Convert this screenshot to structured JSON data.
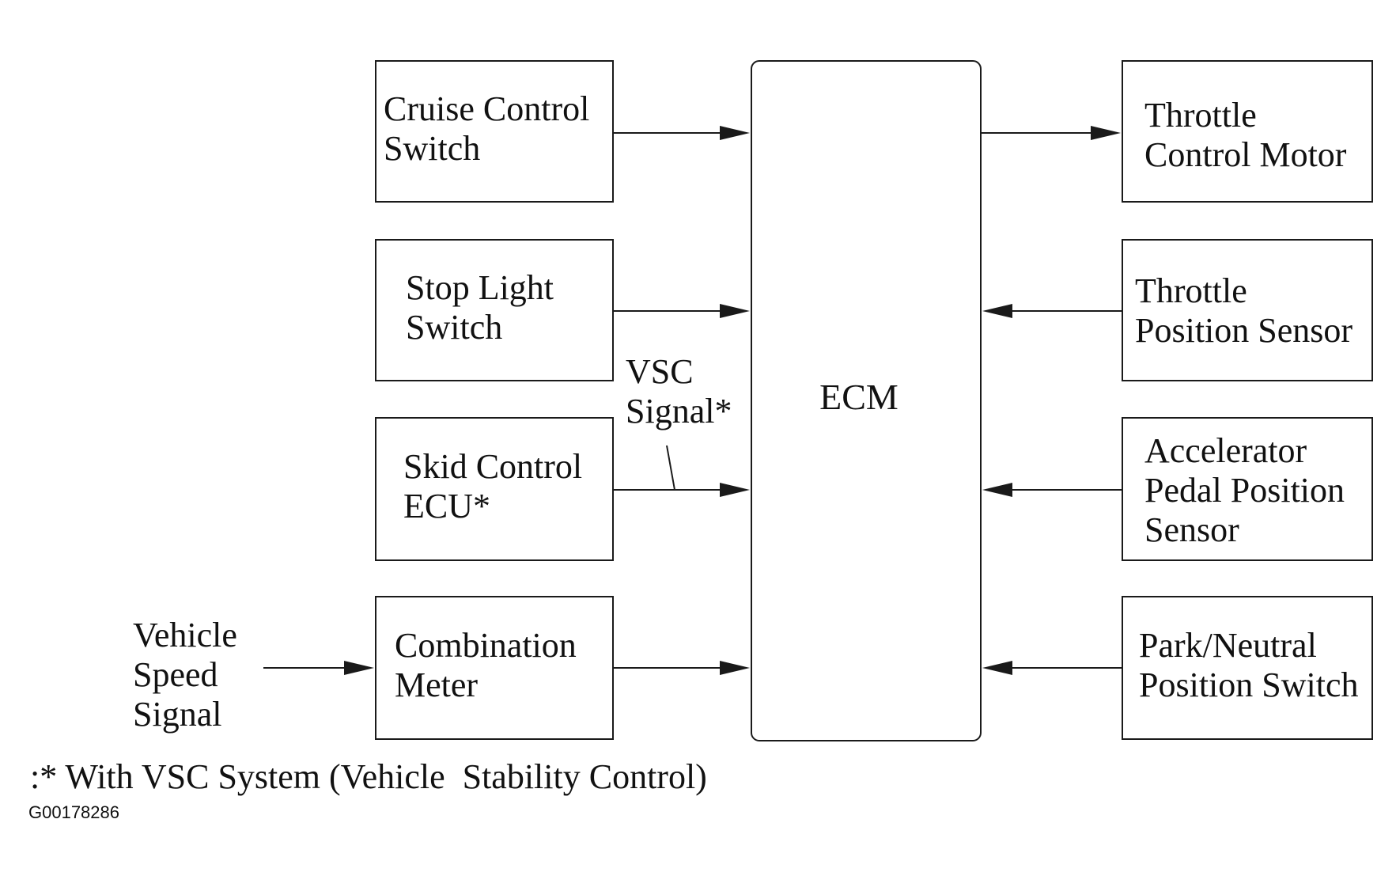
{
  "blocks": {
    "cruise_control_switch": [
      "Cruise Control",
      "Switch"
    ],
    "stop_light_switch": [
      "Stop Light",
      "Switch"
    ],
    "skid_control_ecu": [
      "Skid Control",
      "ECU*"
    ],
    "combination_meter": [
      "Combination",
      "Meter"
    ],
    "ecm": "ECM",
    "throttle_control_motor": [
      "Throttle",
      "Control Motor"
    ],
    "throttle_position_sensor": [
      "Throttle",
      "Position Sensor"
    ],
    "accelerator_pedal_position_sensor": [
      "Accelerator",
      "Pedal Position",
      "Sensor"
    ],
    "park_neutral_position_switch": [
      "Park/Neutral",
      "Position Switch"
    ]
  },
  "signals": {
    "vsc_signal": [
      "VSC",
      "Signal*"
    ],
    "vehicle_speed_signal": [
      "Vehicle",
      "Speed",
      "Signal"
    ]
  },
  "footnote": ":* With VSC System (Vehicle  Stability Control)",
  "figure_code": "G00178286",
  "colors": {
    "stroke": "#1a1a1a",
    "background": "#ffffff"
  }
}
